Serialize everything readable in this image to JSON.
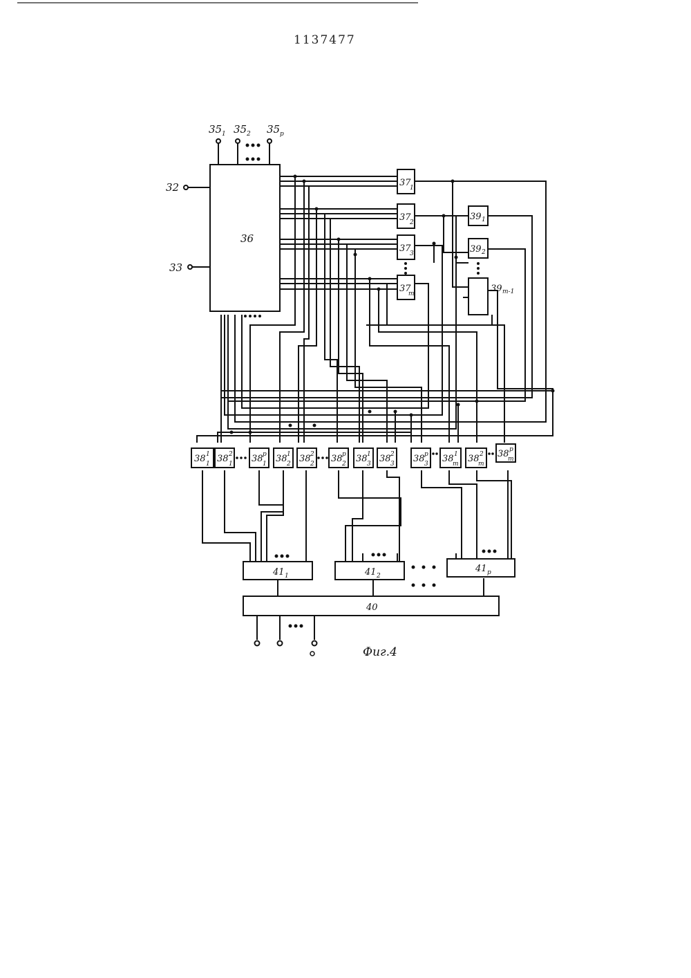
{
  "document": {
    "patent_number": "1137477",
    "figure_caption": "Фиг.4"
  },
  "diagram": {
    "inputs": [
      "35",
      "35",
      "35",
      "32",
      "33"
    ],
    "input_subs": [
      "1",
      "2",
      "p"
    ],
    "main_block": "36",
    "blocks_37": [
      "37",
      "37",
      "37",
      "37"
    ],
    "blocks_37_subs": [
      "1",
      "2",
      "3",
      "m"
    ],
    "blocks_39": [
      "39",
      "39",
      "39"
    ],
    "blocks_39_subs": [
      "1",
      "2",
      "m-1"
    ],
    "blocks_38": [
      "38",
      "38",
      "38",
      "38",
      "38",
      "38",
      "38",
      "38",
      "38",
      "38",
      "38",
      "38"
    ],
    "blocks_38_subs": [
      "1",
      "1",
      "1",
      "2",
      "2",
      "2",
      "3",
      "3",
      "3",
      "m",
      "m",
      "m"
    ],
    "blocks_38_sups": [
      "1",
      "2",
      "p",
      "1",
      "2",
      "p",
      "1",
      "2",
      "p",
      "1",
      "2",
      "p"
    ],
    "blocks_41": [
      "41",
      "41",
      "41"
    ],
    "blocks_41_subs": [
      "1",
      "2",
      "p"
    ],
    "block_40": "40"
  }
}
